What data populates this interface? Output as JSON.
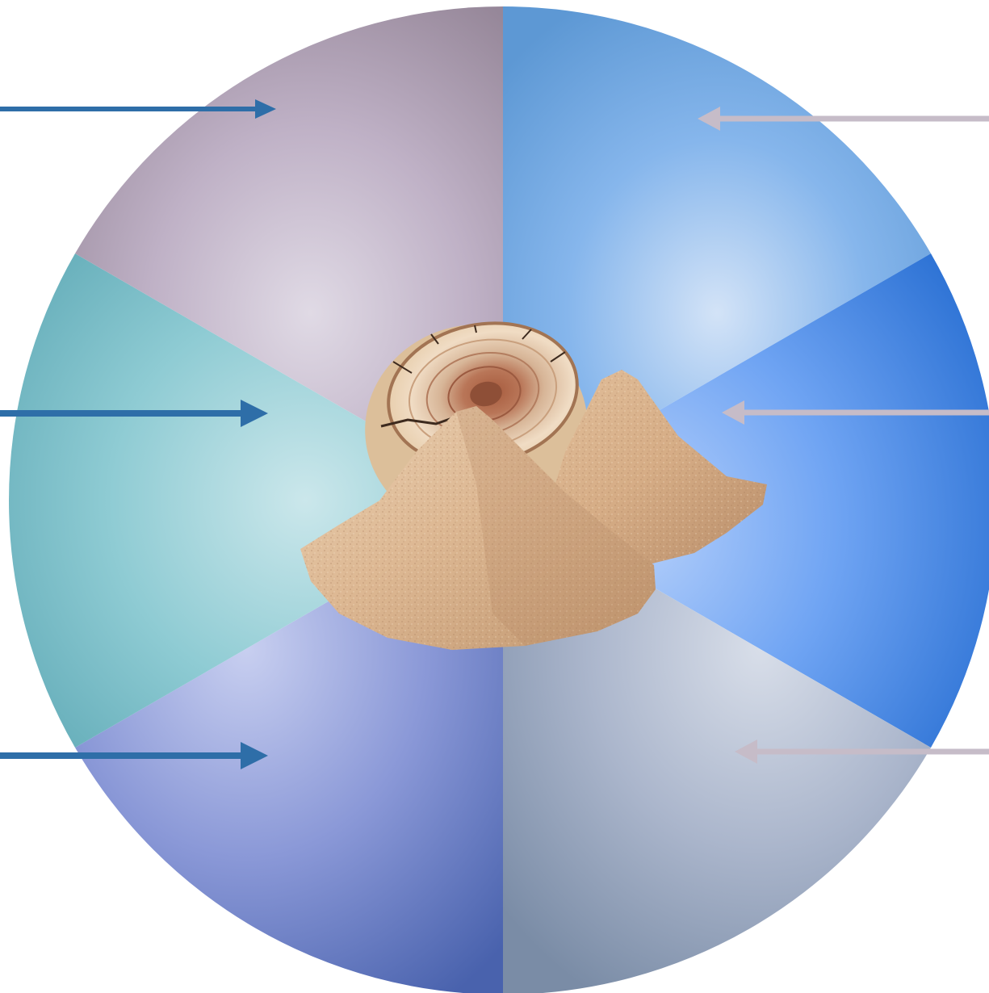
{
  "diagram": {
    "type": "segmented-circle",
    "segments": [
      {
        "id": "top-right",
        "color_light": "#cfe0f6",
        "color_mid": "#7fb2ea",
        "color_dark": "#5a96d2"
      },
      {
        "id": "right",
        "color_light": "#b9d3fb",
        "color_mid": "#6aa2f3",
        "color_dark": "#2f74d6"
      },
      {
        "id": "bottom-right",
        "color_light": "#d6dcea",
        "color_mid": "#a9b4cb",
        "color_dark": "#7c8ea8"
      },
      {
        "id": "bottom-left",
        "color_light": "#c6cdee",
        "color_mid": "#8b98d6",
        "color_dark": "#4c63b0"
      },
      {
        "id": "left",
        "color_light": "#c8e6ea",
        "color_mid": "#8ccbd3",
        "color_dark": "#5faab7"
      },
      {
        "id": "top-left",
        "color_light": "#ddd6e2",
        "color_mid": "#bcaec4",
        "color_dark": "#998aa0"
      }
    ],
    "arrows": [
      {
        "side": "left",
        "target": "top-left",
        "color": "#2e6ea8"
      },
      {
        "side": "left",
        "target": "left",
        "color": "#2e6ea8"
      },
      {
        "side": "left",
        "target": "bottom-left",
        "color": "#2e6ea8"
      },
      {
        "side": "right",
        "target": "top-right",
        "color": "#c6bcc8"
      },
      {
        "side": "right",
        "target": "right",
        "color": "#c6bcc8"
      },
      {
        "side": "right",
        "target": "bottom-right",
        "color": "#c6bcc8"
      }
    ],
    "center_image": "wood-log-and-sawdust-piles"
  }
}
